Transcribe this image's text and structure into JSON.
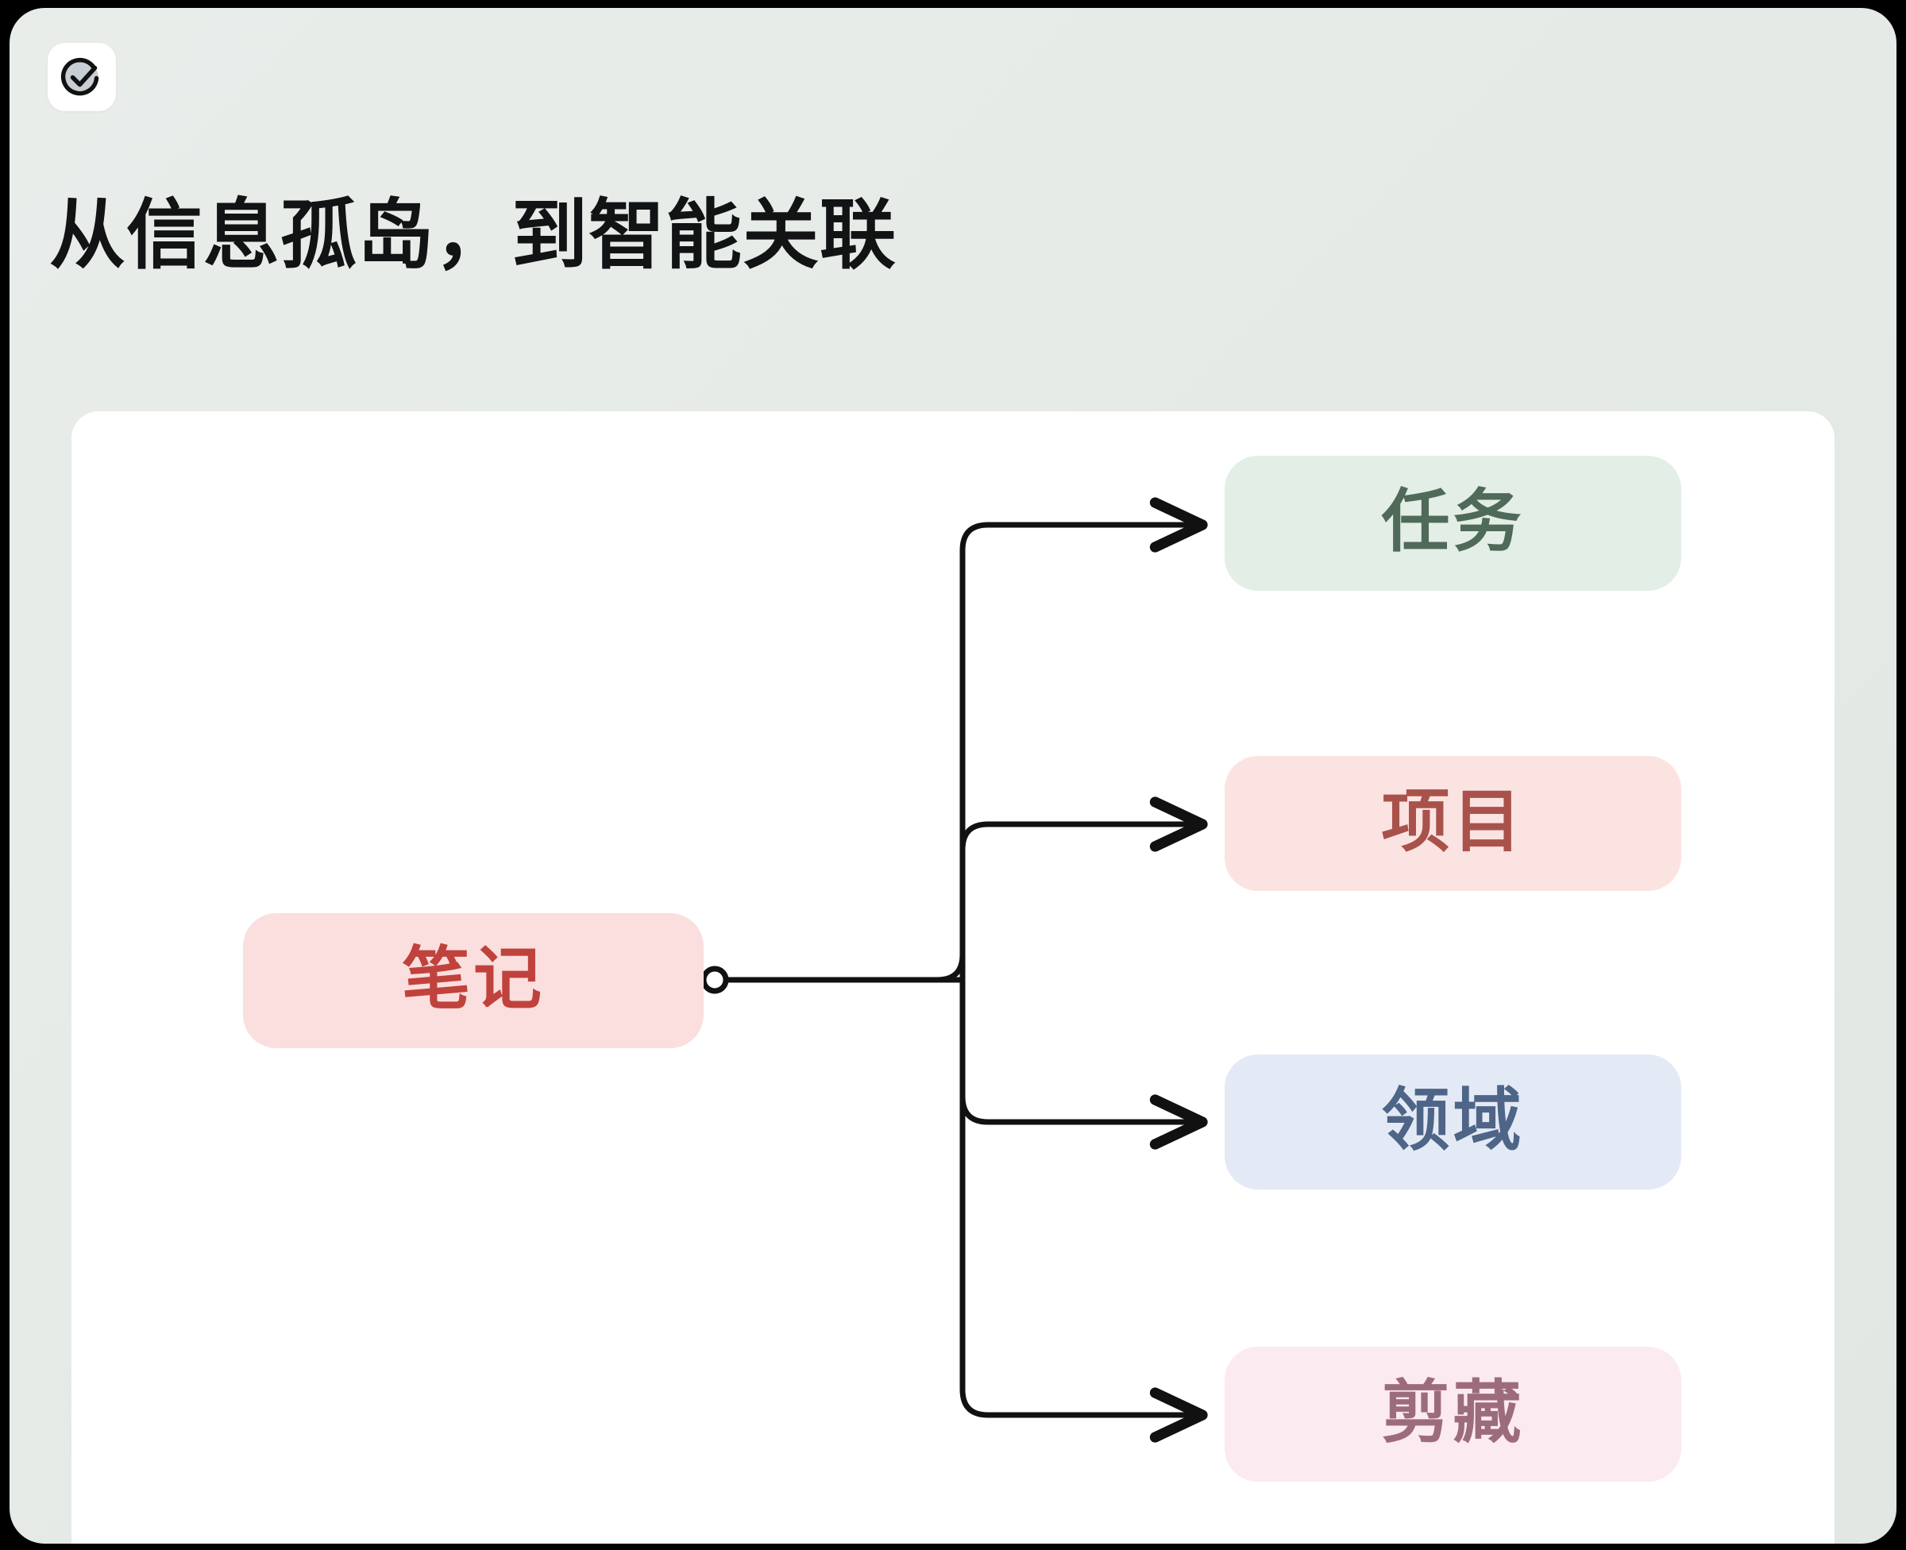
{
  "page": {
    "background_color": "#e6ebe7",
    "frame_color": "#000000",
    "card_color": "#ffffff"
  },
  "logo": {
    "icon_name": "check-circle-icon",
    "badge_color": "#ffffff",
    "circle_fill": "#c9ced4",
    "stroke_color": "#111111"
  },
  "header": {
    "title": "从信息孤岛，到智能关联",
    "title_color": "#111314"
  },
  "diagram": {
    "type": "mindmap",
    "root": {
      "id": "note",
      "label": "笔记",
      "bg": "#fbdede",
      "fg": "#c0423c"
    },
    "connector": {
      "stroke_color": "#111111",
      "stroke_width": 7,
      "handle_icon": "connector-dot-icon",
      "arrow_icon": "arrowhead-icon"
    },
    "children": [
      {
        "id": "task",
        "label": "任务",
        "bg": "#e3eee6",
        "fg": "#4f6a58"
      },
      {
        "id": "project",
        "label": "项目",
        "bg": "#fbe3e1",
        "fg": "#a9524c"
      },
      {
        "id": "area",
        "label": "领域",
        "bg": "#e3eaf6",
        "fg": "#4e6587"
      },
      {
        "id": "clip",
        "label": "剪藏",
        "bg": "#fbeaef",
        "fg": "#9c6c7d"
      }
    ]
  }
}
